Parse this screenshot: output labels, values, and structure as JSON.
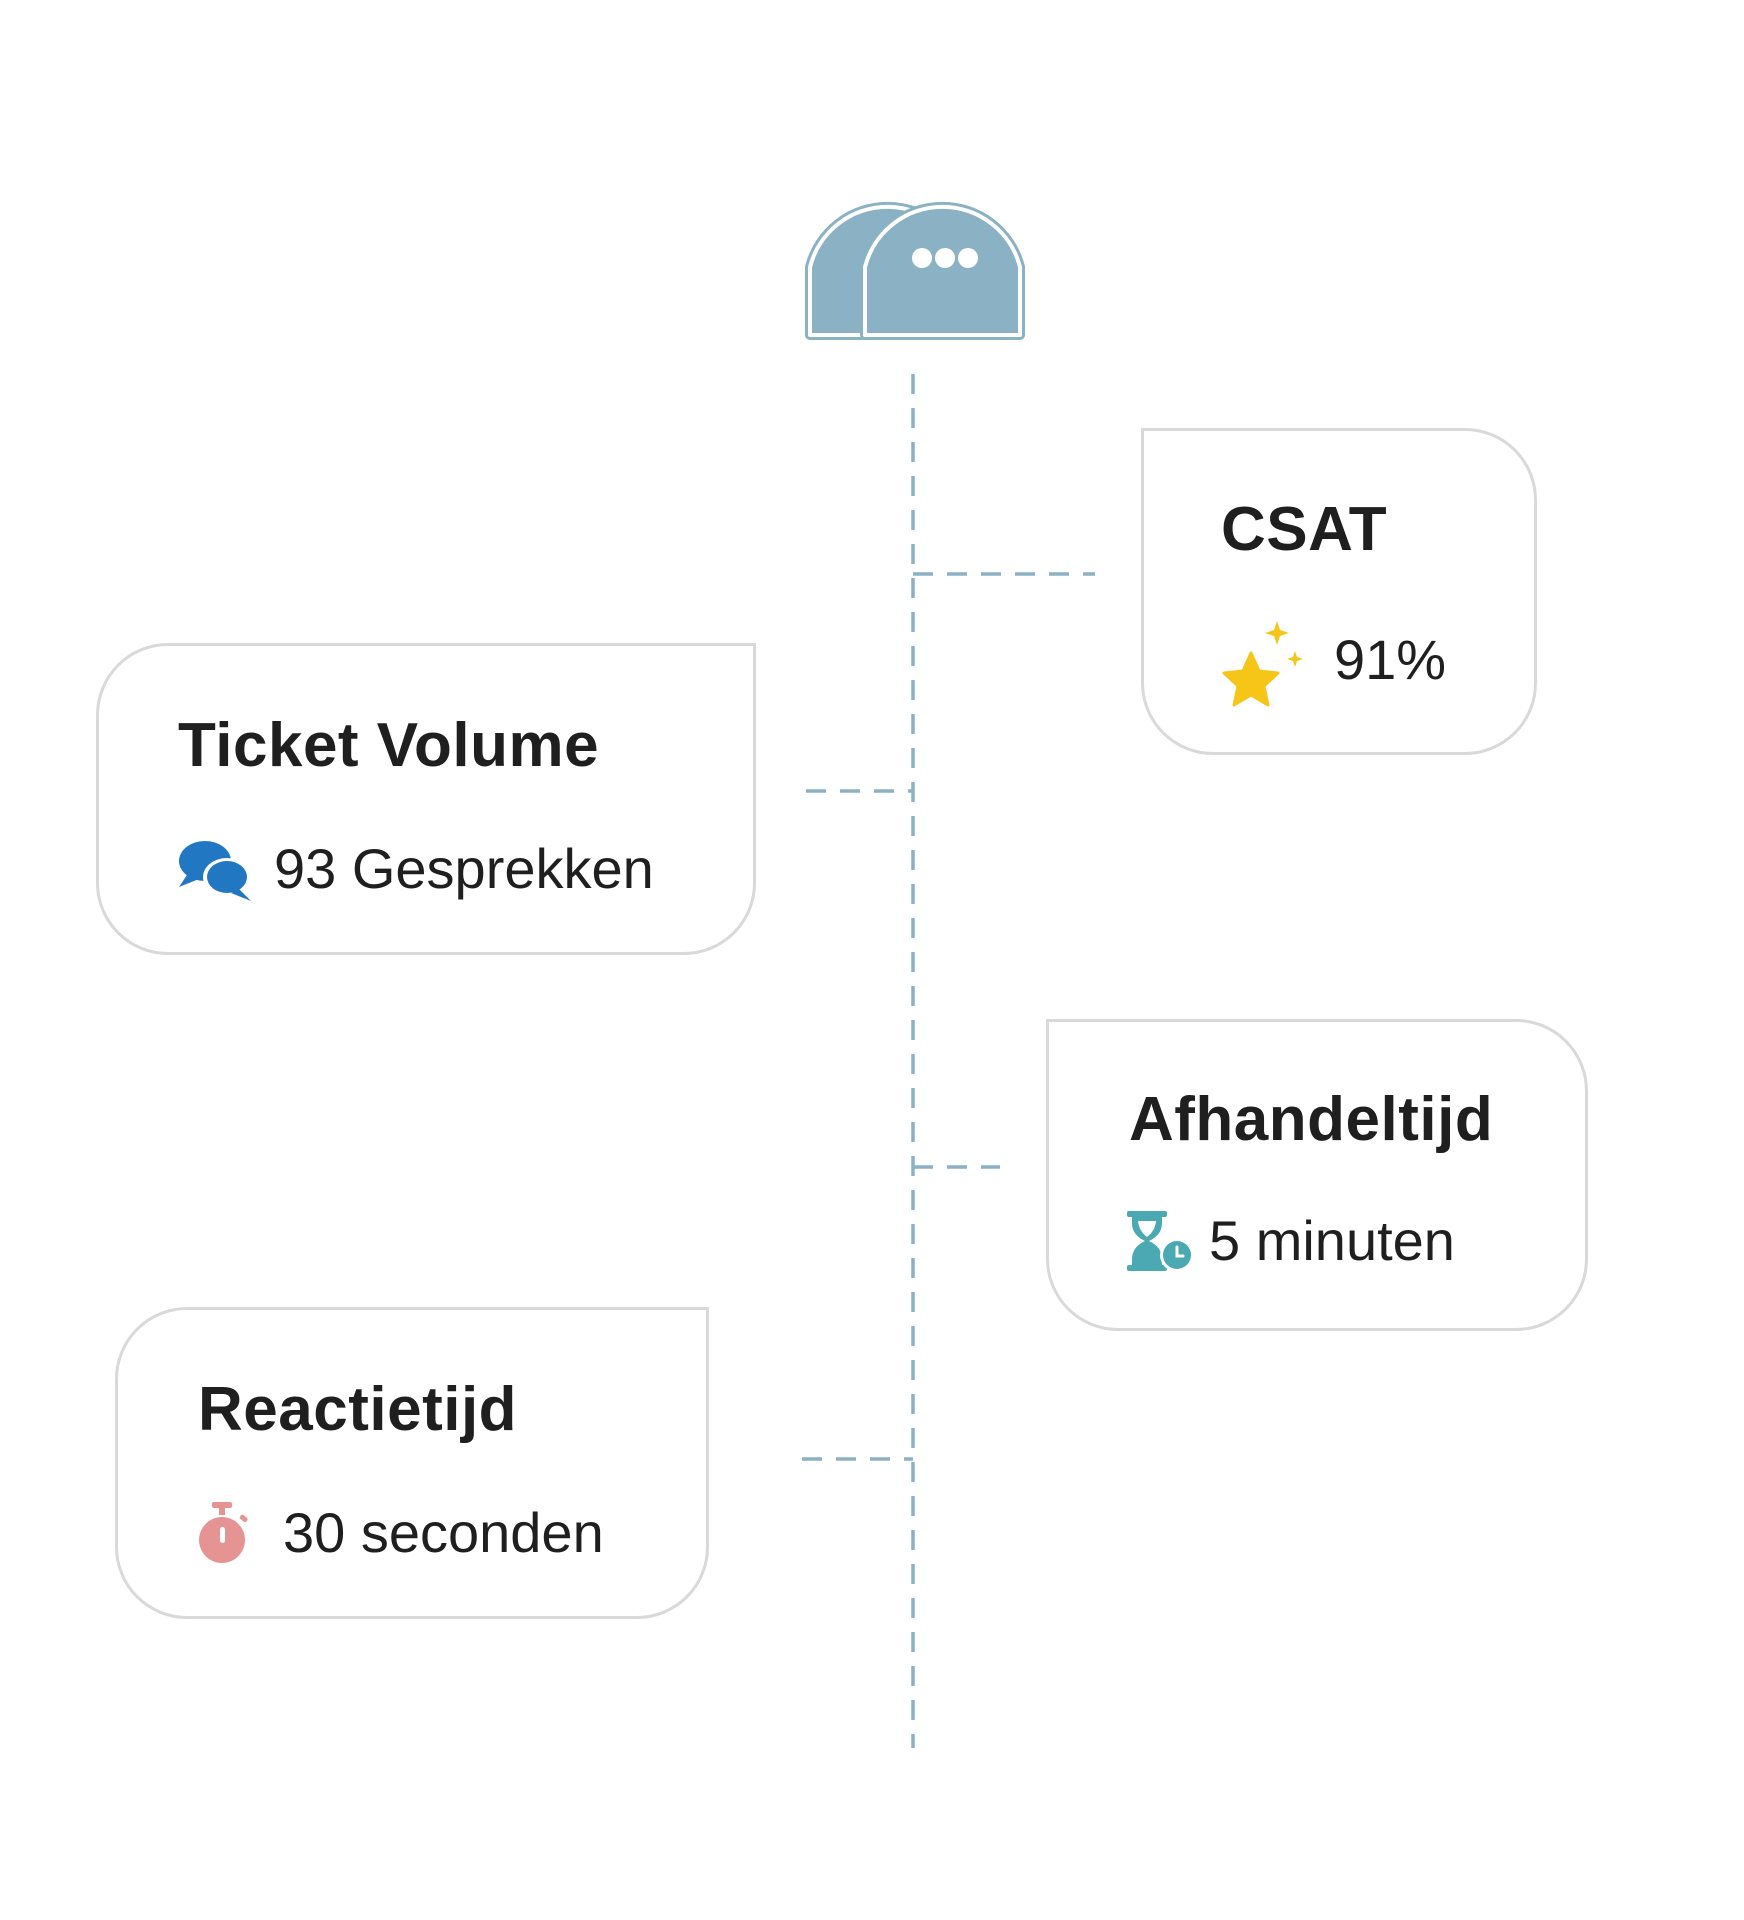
{
  "colors": {
    "logo_fill": "#8bb1c4",
    "logo_outline": "#ffffff",
    "connector": "#8bb1c4",
    "card_border": "#d9d9d9",
    "star": "#f5c518",
    "chat_icon": "#2277c2",
    "hourglass_icon": "#4aa9b3",
    "stopwatch_icon": "#e59493"
  },
  "logo": {
    "icon": "chat-bubbles-logo-icon"
  },
  "cards": {
    "csat": {
      "title": "CSAT",
      "value": "91%",
      "icon": "sparkle-star-icon"
    },
    "ticket_volume": {
      "title": "Ticket Volume",
      "value": "93 Gesprekken",
      "icon": "chat-bubbles-icon"
    },
    "afhandeltijd": {
      "title": "Afhandeltijd",
      "value": "5 minuten",
      "icon": "hourglass-clock-icon"
    },
    "reactietijd": {
      "title": "Reactietijd",
      "value": "30 seconden",
      "icon": "stopwatch-icon"
    }
  }
}
